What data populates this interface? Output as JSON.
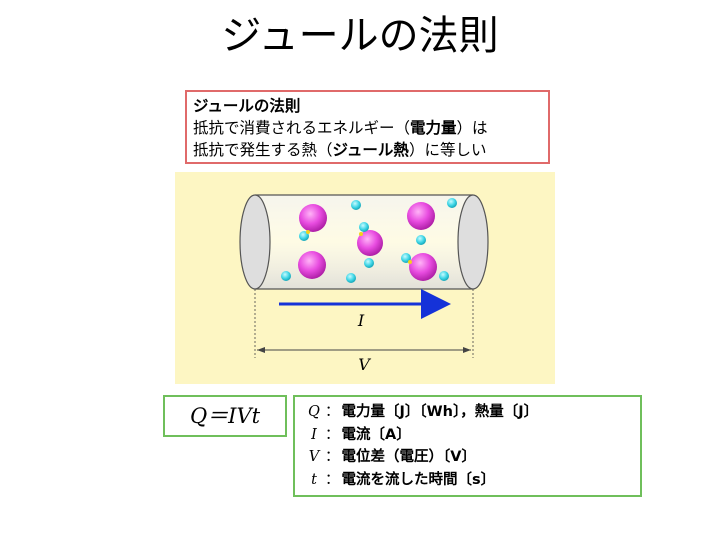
{
  "title": "ジュールの法則",
  "law_box": {
    "heading": "ジュールの法則",
    "line1_a": "抵抗で消費されるエネルギー（",
    "line1_b": "電力量",
    "line1_c": "）は",
    "line2_a": "抵抗で発生する熱（",
    "line2_b": "ジュール熱",
    "line2_c": "）に等しい"
  },
  "diagram": {
    "current_label": "I",
    "voltage_label": "V",
    "colors": {
      "panel": "#fdf6c3",
      "tube": "#e6e6e6",
      "large_particle": "#e84ce0",
      "small_particle": "#3fd6e6",
      "arrow": "#1532d8"
    }
  },
  "formula": "Q＝IVt",
  "legend": [
    {
      "symbol": "Q",
      "text": "電力量〔J〕〔Wh〕，熱量〔J〕"
    },
    {
      "symbol": "I",
      "text": "電流〔A〕"
    },
    {
      "symbol": "V",
      "text": "電位差（電圧）〔V〕"
    },
    {
      "symbol": "t",
      "text": "電流を流した時間〔s〕"
    }
  ]
}
